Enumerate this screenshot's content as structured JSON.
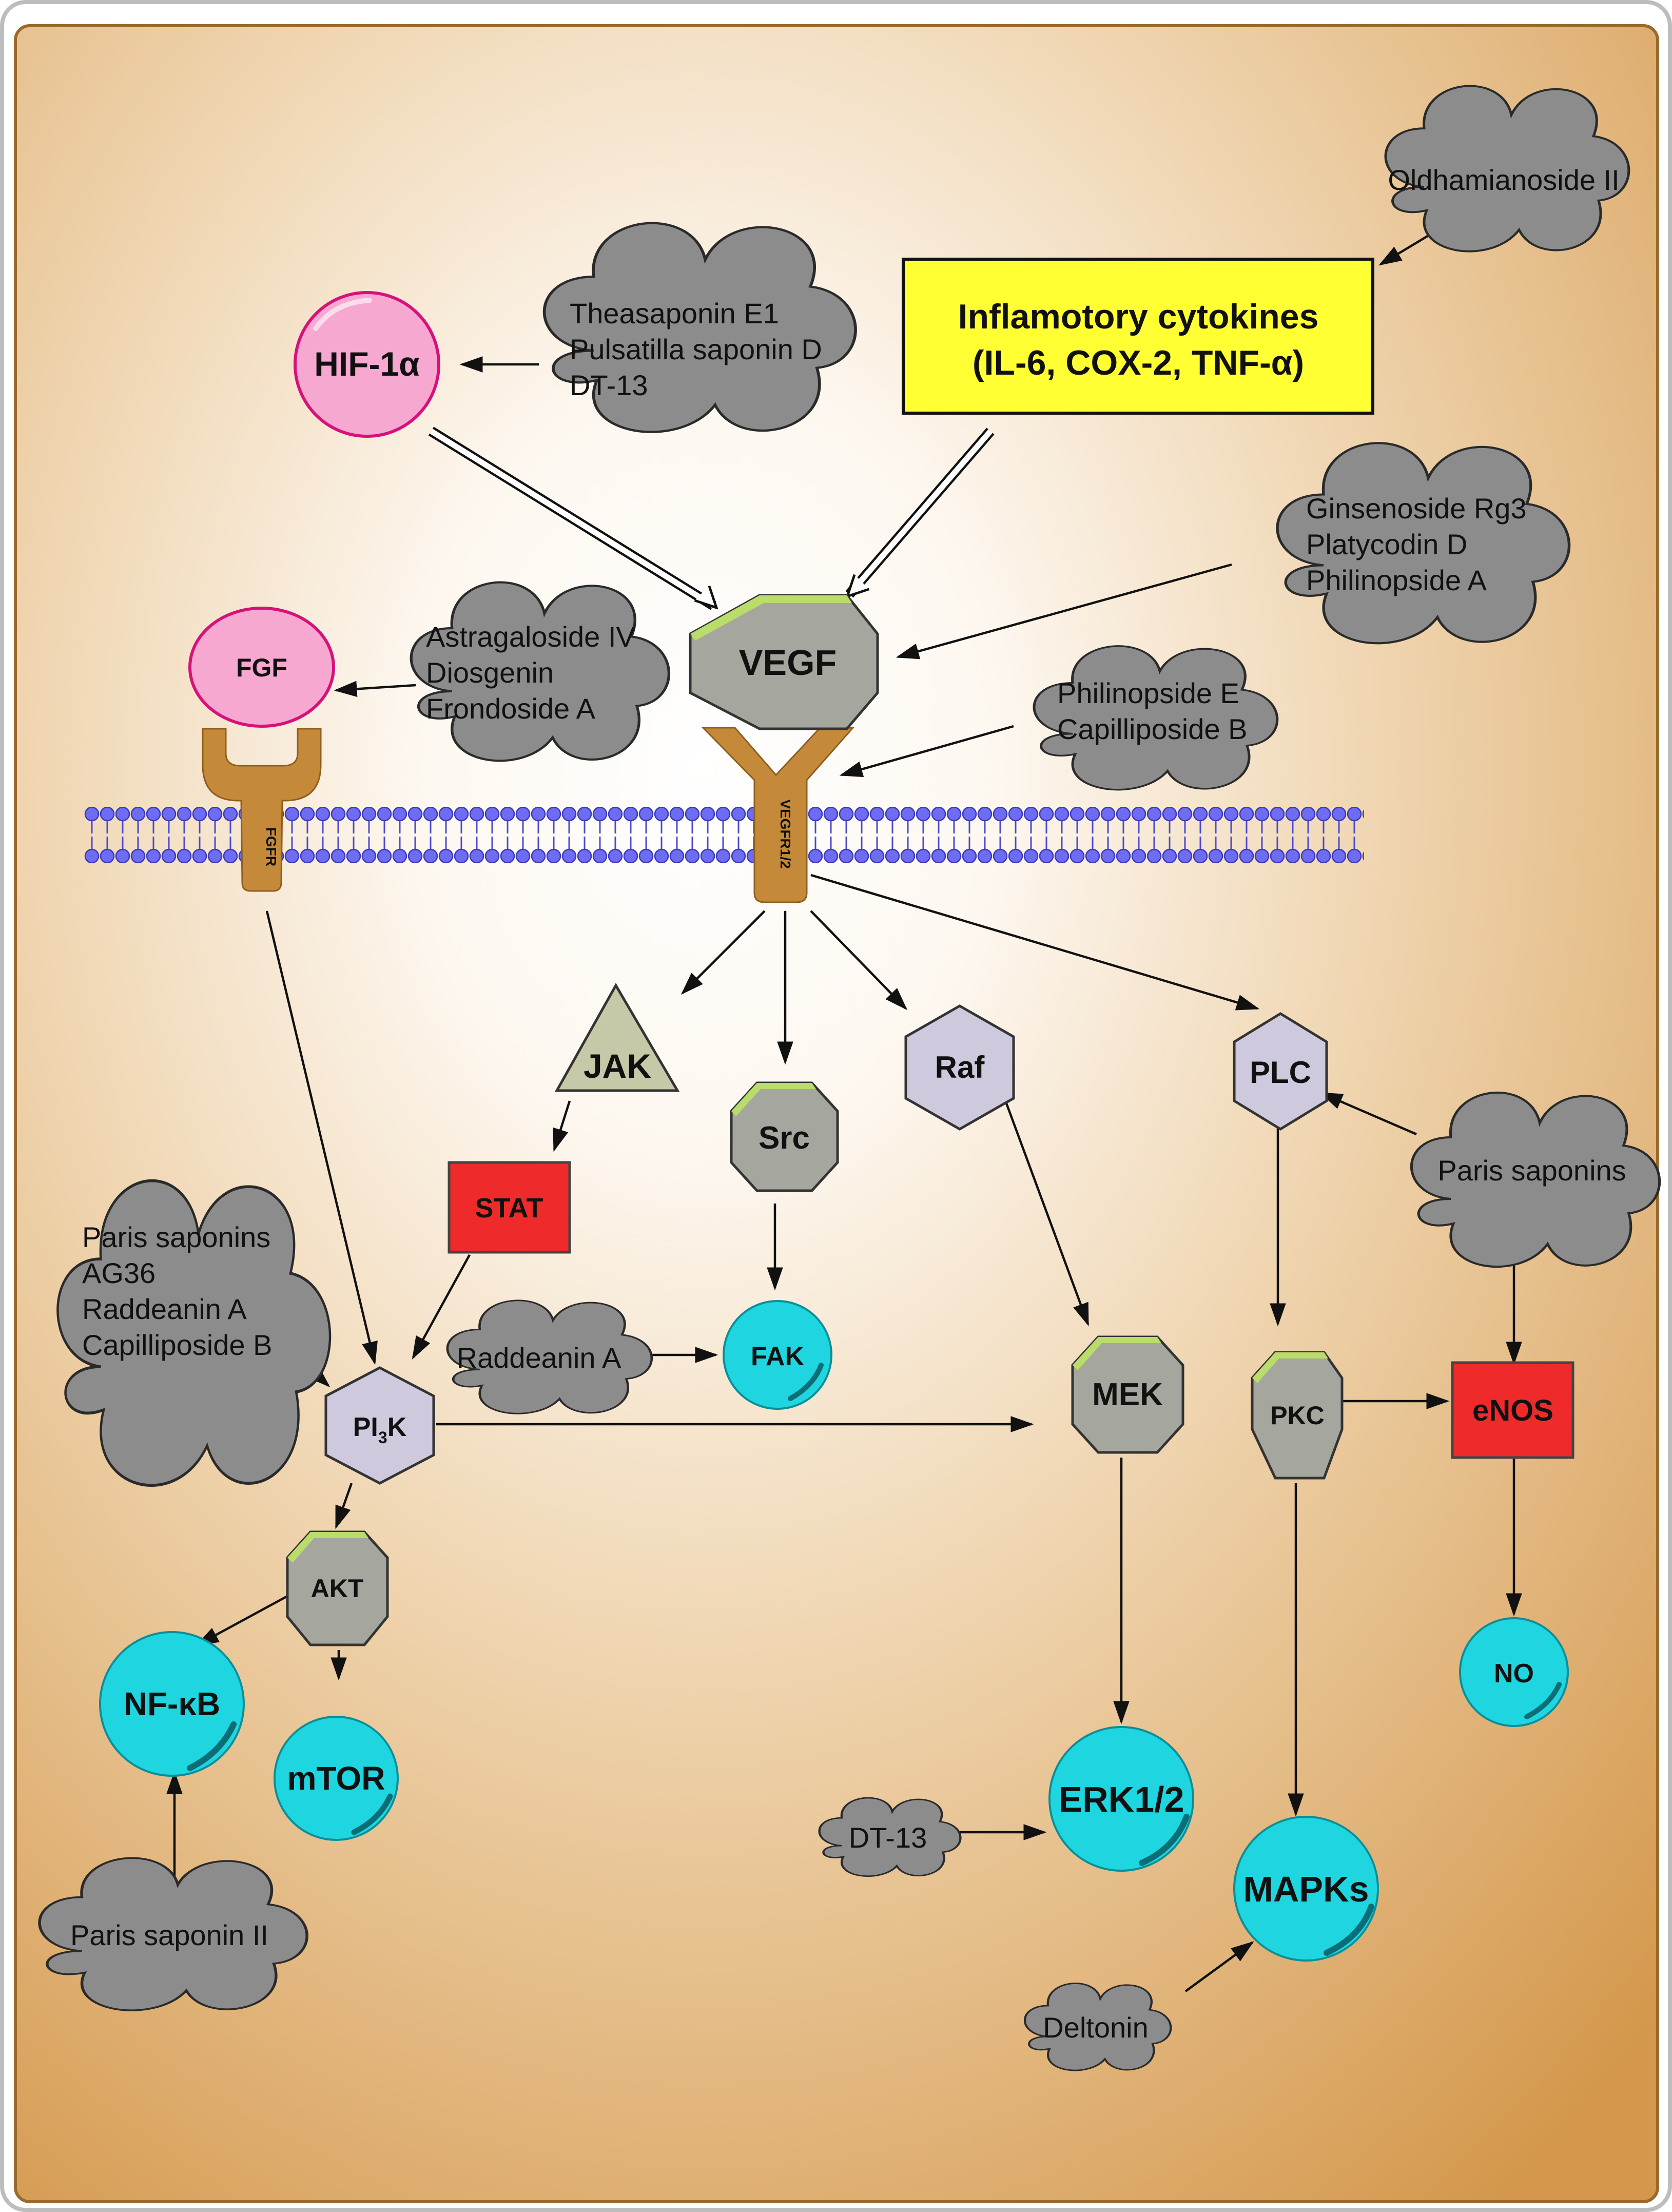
{
  "nodes": {
    "hif1a": "HIF-1α",
    "fgf": "FGF",
    "vegf": "VEGF",
    "fgfr": "FGFR",
    "vegfr": "VEGFR1/2",
    "jak": "JAK",
    "stat": "STAT",
    "src": "Src",
    "raf": "Raf",
    "plc": "PLC",
    "fak": "FAK",
    "pi3k_main": "PI",
    "pi3k_sub": "3",
    "pi3k_end": "K",
    "mek": "MEK",
    "pkc": "PKC",
    "enos": "eNOS",
    "akt": "AKT",
    "nfkb": "NF-κB",
    "mtor": "mTOR",
    "erk": "ERK1/2",
    "mapks": "MAPKs",
    "no": "NO"
  },
  "cytokines": {
    "line1": "Inflamotory cytokines",
    "line2": "(IL-6, COX-2, TNF-α)"
  },
  "clouds": {
    "oldhamianoside": [
      "Oldhamianoside II"
    ],
    "theasaponin": [
      "Theasaponin E1",
      "Pulsatilla saponin D",
      "DT-13"
    ],
    "ginsenoside": [
      "Ginsenoside Rg3",
      "Platycodin D",
      "Philinopside A"
    ],
    "astragaloside": [
      "Astragaloside IV",
      "Diosgenin",
      "Frondoside A"
    ],
    "philinopside_e": [
      "Philinopside E",
      "Capilliposide B"
    ],
    "paris_plc": [
      "Paris saponins"
    ],
    "paris_pi3k": [
      "Paris saponins",
      "AG36",
      "Raddeanin A",
      "Capilliposide B"
    ],
    "raddeanin": [
      "Raddeanin A"
    ],
    "dt13": [
      "DT-13"
    ],
    "paris_ii": [
      "Paris saponin II"
    ],
    "deltonin": [
      "Deltonin"
    ]
  },
  "colors": {
    "panel_edge": "#D4974B",
    "panel_center": "#FFFFFF",
    "cytokine_box": "#FFFF33",
    "pink_node": "#F6A8D0",
    "cyan_node": "#1FD6E0",
    "red_box": "#EE2A2A",
    "gray_node": "#A5A79E",
    "lavender_node": "#CFC9DE",
    "jak_triangle": "#C6C8A8",
    "receptor": "#C48A3A",
    "membrane": "#6E6CF2",
    "cloud": "#8C8C8C"
  }
}
